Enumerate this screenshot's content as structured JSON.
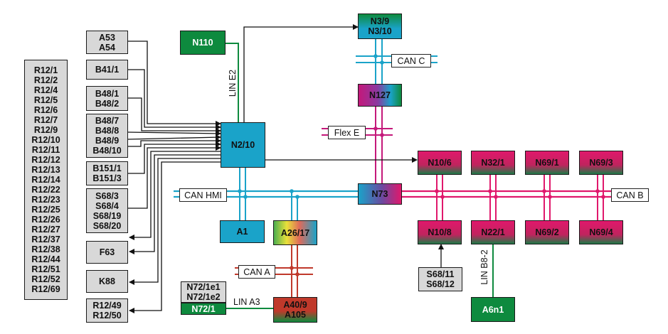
{
  "diagram": {
    "buses": {
      "can_hmi": "CAN HMI",
      "can_a": "CAN A",
      "can_b": "CAN B",
      "can_c": "CAN C",
      "flex_e": "Flex E",
      "lin_e2": "LIN E2",
      "lin_a3": "LIN A3",
      "lin_b8_2": "LIN B8-2"
    },
    "left_column": [
      "R12/1",
      "R12/2",
      "R12/4",
      "R12/5",
      "R12/6",
      "R12/7",
      "R12/9",
      "R12/10",
      "R12/11",
      "R12/12",
      "R12/13",
      "R12/14",
      "R12/22",
      "R12/23",
      "R12/25",
      "R12/26",
      "R12/27",
      "R12/37",
      "R12/38",
      "R12/44",
      "R12/51",
      "R12/52",
      "R12/69"
    ],
    "sensor_groups": {
      "a53": [
        "A53",
        "A54"
      ],
      "b41": [
        "B41/1"
      ],
      "b48a": [
        "B48/1",
        "B48/2"
      ],
      "b48b": [
        "B48/7",
        "B48/8",
        "B48/9",
        "B48/10"
      ],
      "b151": [
        "B151/1",
        "B151/3"
      ],
      "s68": [
        "S68/3",
        "S68/4",
        "S68/19",
        "S68/20"
      ],
      "f63": [
        "F63"
      ],
      "k88": [
        "K88"
      ],
      "r1249": [
        "R12/49",
        "R12/50"
      ],
      "n72": [
        "N72/1e1",
        "N72/1e2"
      ],
      "s6811": [
        "S68/11",
        "S68/12"
      ]
    },
    "modules": {
      "n110": "N110",
      "n2_10": "N2/10",
      "n3_9": [
        "N3/9",
        "N3/10"
      ],
      "n127": "N127",
      "n73": "N73",
      "a1": "A1",
      "a26_17": "A26/17",
      "a40_9": [
        "A40/9",
        "A105"
      ],
      "n72_1": "N72/1",
      "n10_6": "N10/6",
      "n32_1": "N32/1",
      "n69_1": "N69/1",
      "n69_3": "N69/3",
      "n10_8": "N10/8",
      "n22_1": "N22/1",
      "n69_2": "N69/2",
      "n69_4": "N69/4",
      "a6n1": "A6n1"
    },
    "colors": {
      "can_hmi": "#1aa3c9",
      "can_b": "#e0186c",
      "can_c": "#1aa3c9",
      "flex_e": "#c4187a",
      "can_a": "#c0392b",
      "lin": "#0e8a3e",
      "arrow": "#111111",
      "sensor_fill": "#d8d8d8"
    }
  }
}
